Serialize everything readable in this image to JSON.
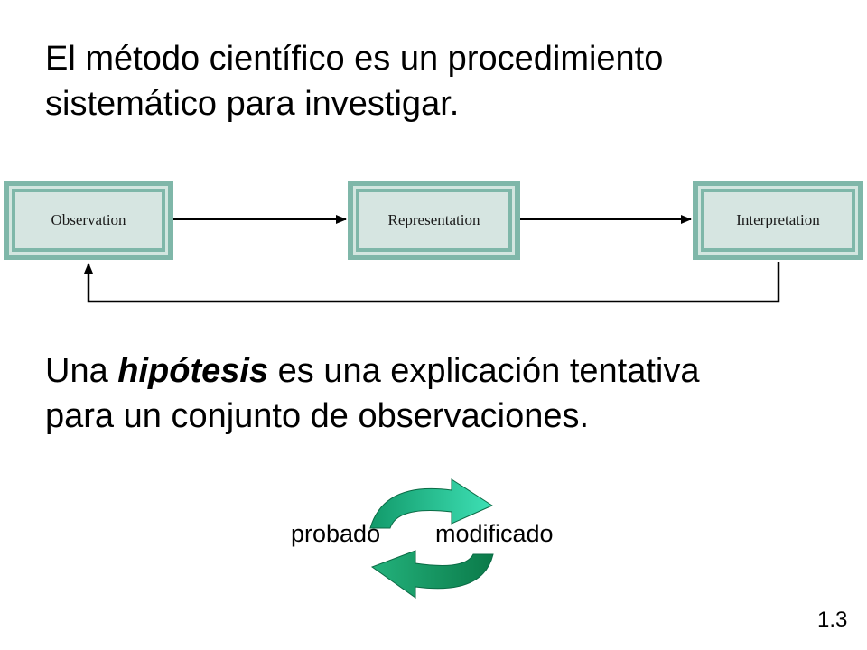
{
  "slide": {
    "statement_1": {
      "line_1": "El método científico es un procedimiento",
      "line_2": "sistemático para investigar."
    },
    "statement_2": {
      "lead": "Una ",
      "term": "hipótesis",
      "rest": " es una explicación tentativa",
      "line_2": "para un conjunto de observaciones."
    },
    "slide_number": "1.3"
  },
  "flowchart": {
    "steps": [
      "Observation",
      "Representation",
      "Interpretation"
    ],
    "box_color": "#7fb7a9",
    "box_fill": "#d6e5e1"
  },
  "cycle": {
    "left_label": "probado",
    "right_label": "modificado",
    "arrow_color_top": "#1fc99a",
    "arrow_color_bottom": "#0e8a55"
  }
}
